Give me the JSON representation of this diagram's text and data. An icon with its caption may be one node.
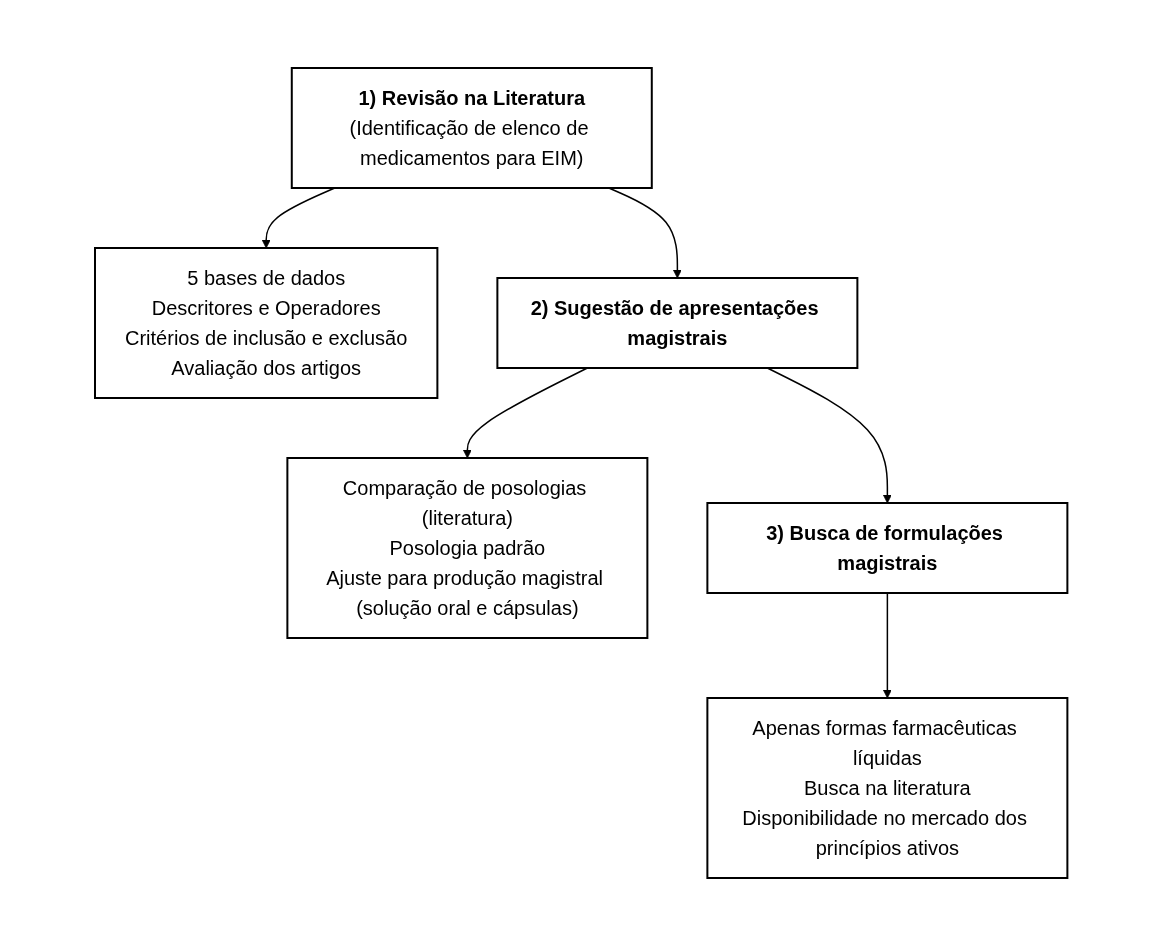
{
  "diagram": {
    "nodes": [
      {
        "text": [
          "1) Revisão na Literatura",
          "(Identificação de elenco de medicamentos para EIM)"
        ]
      },
      {
        "text": [
          "5 bases de dados",
          "Descritores e Operadores",
          "Critérios de inclusão e exclusão",
          "Avaliação dos artigos"
        ]
      },
      {
        "text": [
          "2) Sugestão de apresentações magistrais"
        ]
      },
      {
        "text": [
          "Comparação de posologias (literatura)",
          "Posologia padrão",
          "Ajuste para produção magistral (solução oral e cápsulas)"
        ]
      },
      {
        "text": [
          "3) Busca de formulações magistrais"
        ]
      },
      {
        "text": [
          "Apenas formas farmacêuticas líquidas",
          "Busca na literatura",
          "Disponibilidade no mercado dos princípios ativos"
        ]
      }
    ],
    "edges": [
      {
        "from": 0,
        "to": 1,
        "arrow": "to"
      },
      {
        "from": 0,
        "to": 2,
        "arrow": "to"
      },
      {
        "from": 2,
        "to": 3,
        "arrow": "to"
      },
      {
        "from": 2,
        "to": 4,
        "arrow": "to"
      },
      {
        "from": 4,
        "to": 5,
        "arrow": "to"
      }
    ]
  }
}
